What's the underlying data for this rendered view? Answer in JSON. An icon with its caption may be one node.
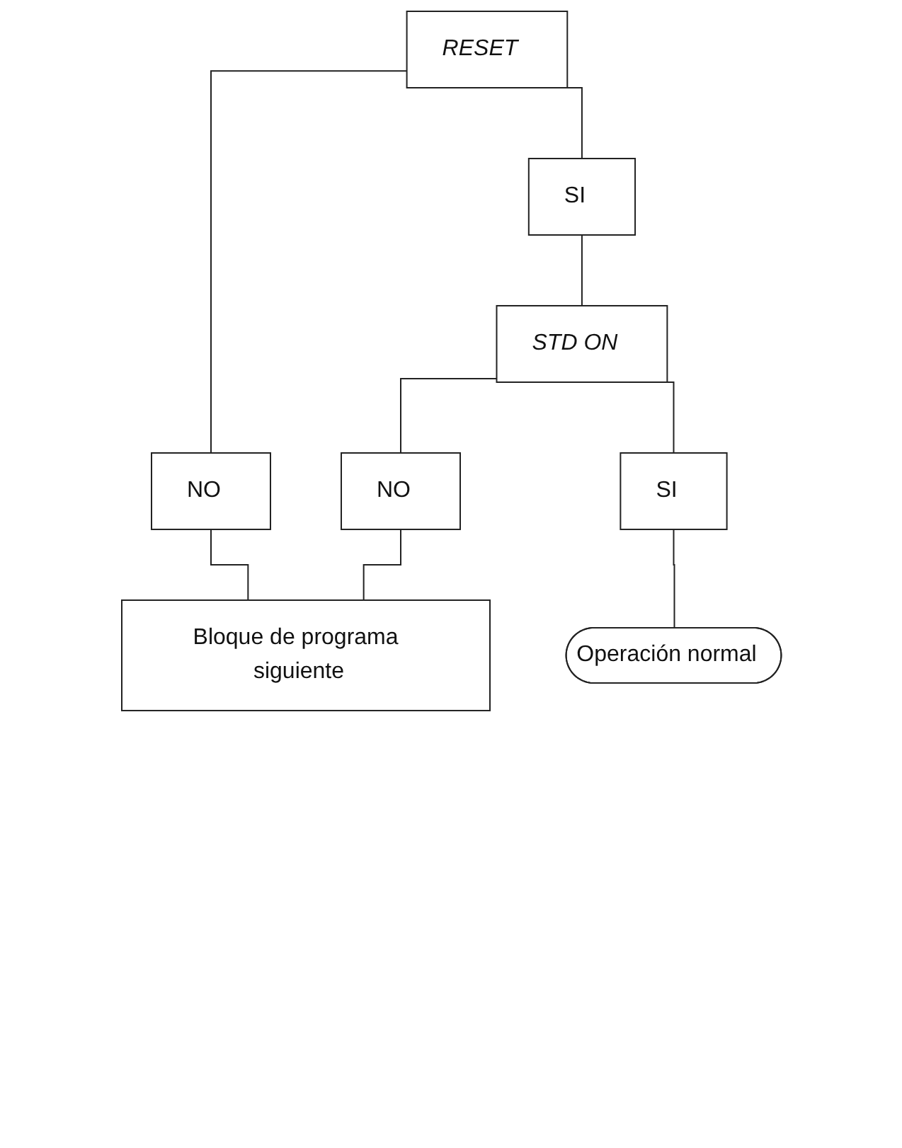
{
  "diagram": {
    "nodes": [
      {
        "text": [
          "RESET"
        ]
      },
      {
        "text": [
          "NO"
        ]
      },
      {
        "text": [
          "SI"
        ]
      },
      {
        "text": [
          "STD ON"
        ]
      },
      {
        "text": [
          "NO"
        ]
      },
      {
        "text": [
          "SI"
        ]
      },
      {
        "text": [
          "Bloque de programa siguiente"
        ]
      },
      {
        "text": [
          "Operación normal"
        ]
      }
    ],
    "edges": [
      {
        "from": 0,
        "to": 1,
        "arrow": "none"
      },
      {
        "from": 0,
        "to": 2,
        "arrow": "none"
      },
      {
        "from": 2,
        "to": 3,
        "arrow": "none"
      },
      {
        "from": 1,
        "to": 6,
        "arrow": "none"
      },
      {
        "from": 3,
        "to": 4,
        "arrow": "none"
      },
      {
        "from": 3,
        "to": 5,
        "arrow": "none"
      },
      {
        "from": 4,
        "to": 6,
        "arrow": "none"
      },
      {
        "from": 5,
        "to": 7,
        "arrow": "none"
      }
    ]
  }
}
